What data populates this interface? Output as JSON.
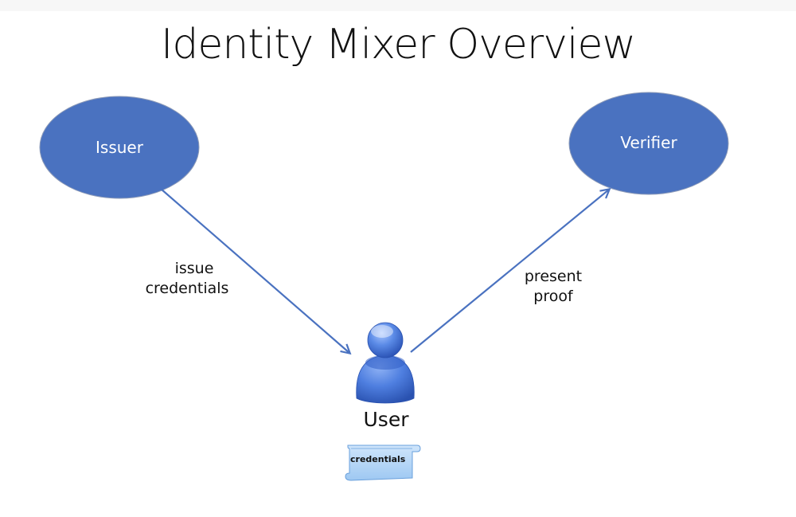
{
  "title": "Identity Mixer Overview",
  "nodes": {
    "issuer": {
      "label": "Issuer"
    },
    "verifier": {
      "label": "Verifier"
    },
    "user": {
      "label": "User",
      "document_label": "credentials"
    }
  },
  "edges": [
    {
      "from": "Issuer",
      "to": "User",
      "label_line1": "issue",
      "label_line2": "credentials"
    },
    {
      "from": "User",
      "to": "Verifier",
      "label_line1": "present",
      "label_line2": "proof"
    }
  ],
  "colors": {
    "node_fill": "#4a72c0",
    "arrow": "#4a72c0",
    "user_icon": "#3f6fd6",
    "scroll": "#b8d7f7"
  }
}
